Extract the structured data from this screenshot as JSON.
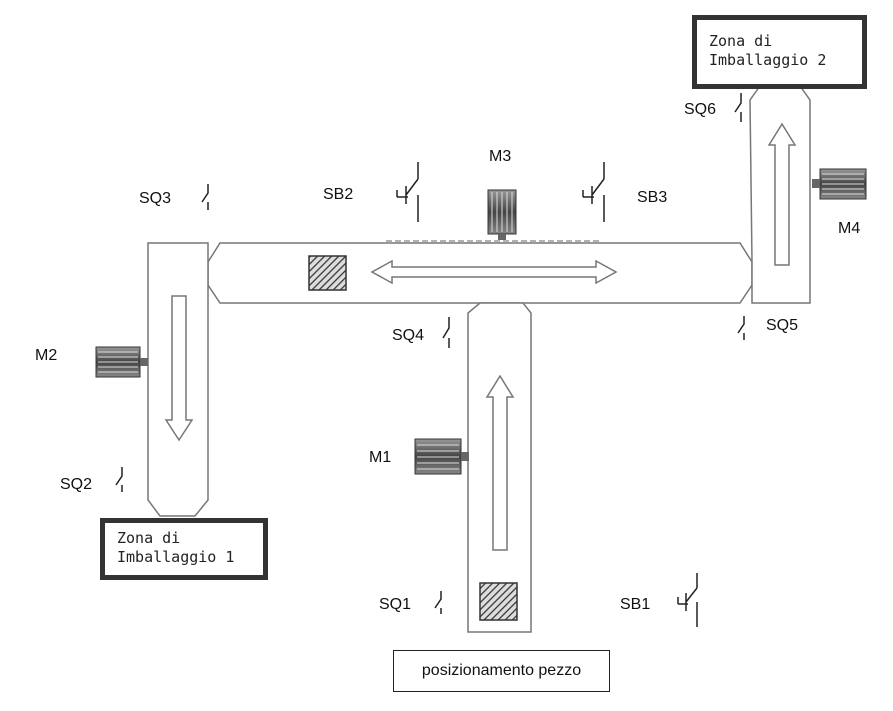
{
  "zones": {
    "zone1": {
      "line1": "Zona di",
      "line2": "Imballaggio 1"
    },
    "zone2": {
      "line1": "Zona di",
      "line2": "Imballaggio 2"
    }
  },
  "motors": {
    "m1": "M1",
    "m2": "M2",
    "m3": "M3",
    "m4": "M4"
  },
  "sensors": {
    "sq1": "SQ1",
    "sq2": "SQ2",
    "sq3": "SQ3",
    "sq4": "SQ4",
    "sq5": "SQ5",
    "sq6": "SQ6"
  },
  "buttons": {
    "sb1": "SB1",
    "sb2": "SB2",
    "sb3": "SB3"
  },
  "positioning": {
    "label": "posizionamento pezzo"
  }
}
